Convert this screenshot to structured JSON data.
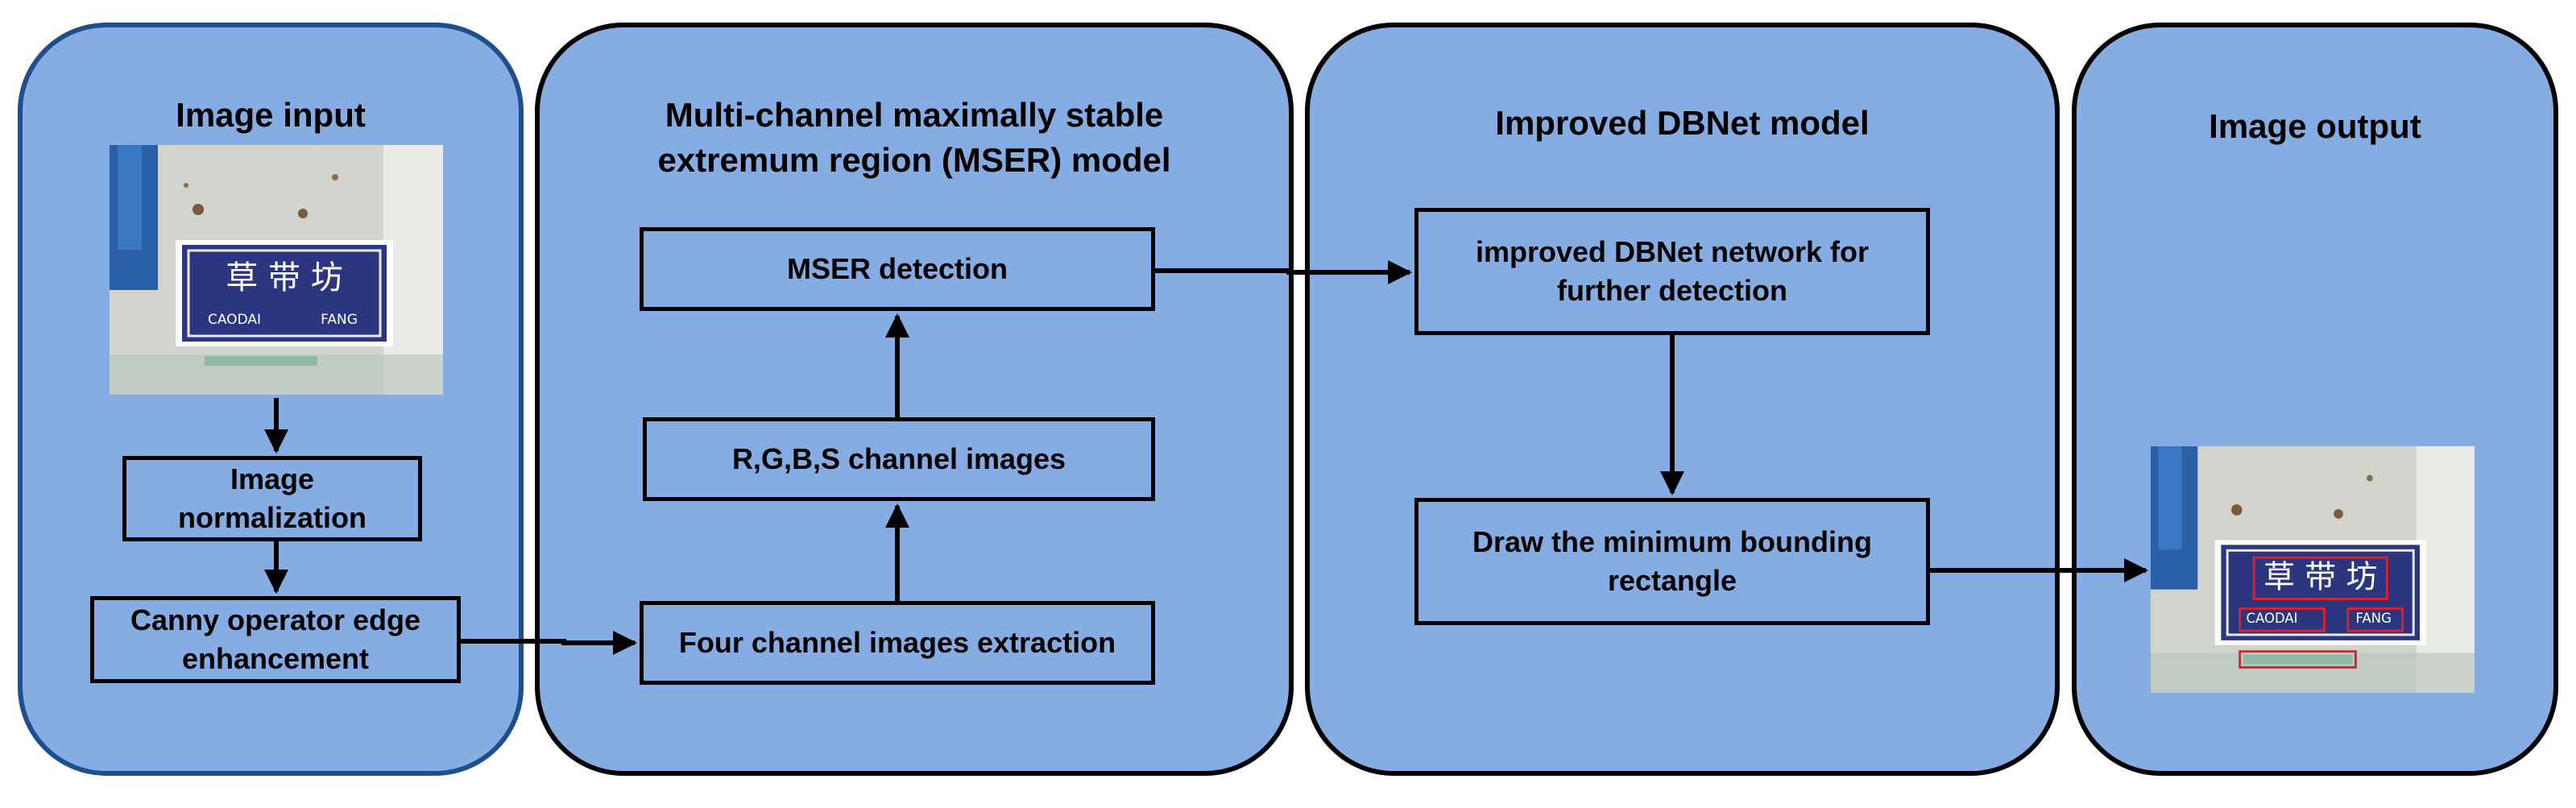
{
  "panels": {
    "input": {
      "title": "Image input"
    },
    "mser": {
      "title_line1": "Multi-channel maximally stable",
      "title_line2": "extremum region (MSER) model"
    },
    "dbnet": {
      "title": "Improved DBNet model"
    },
    "output": {
      "title": "Image output"
    }
  },
  "boxes": {
    "normalization": {
      "line1": "Image",
      "line2": "normalization"
    },
    "canny": {
      "line1": "Canny operator edge",
      "line2": "enhancement"
    },
    "extraction": "Four channel images extraction",
    "channels": "R,G,B,S channel images",
    "mser_detection": "MSER detection",
    "dbnet_network": {
      "line1": "improved DBNet network for",
      "line2": "further detection"
    },
    "bounding": {
      "line1": "Draw the minimum bounding",
      "line2": "rectangle"
    }
  },
  "sign": {
    "chinese": "草 带 坊",
    "latin_left": "CAODAI",
    "latin_right": "FANG"
  },
  "colors": {
    "panel_fill": "#85ACE3",
    "first_panel_border": "#1F4E8C",
    "sign_blue": "#2C3580",
    "detection_red": "#E0202A"
  }
}
